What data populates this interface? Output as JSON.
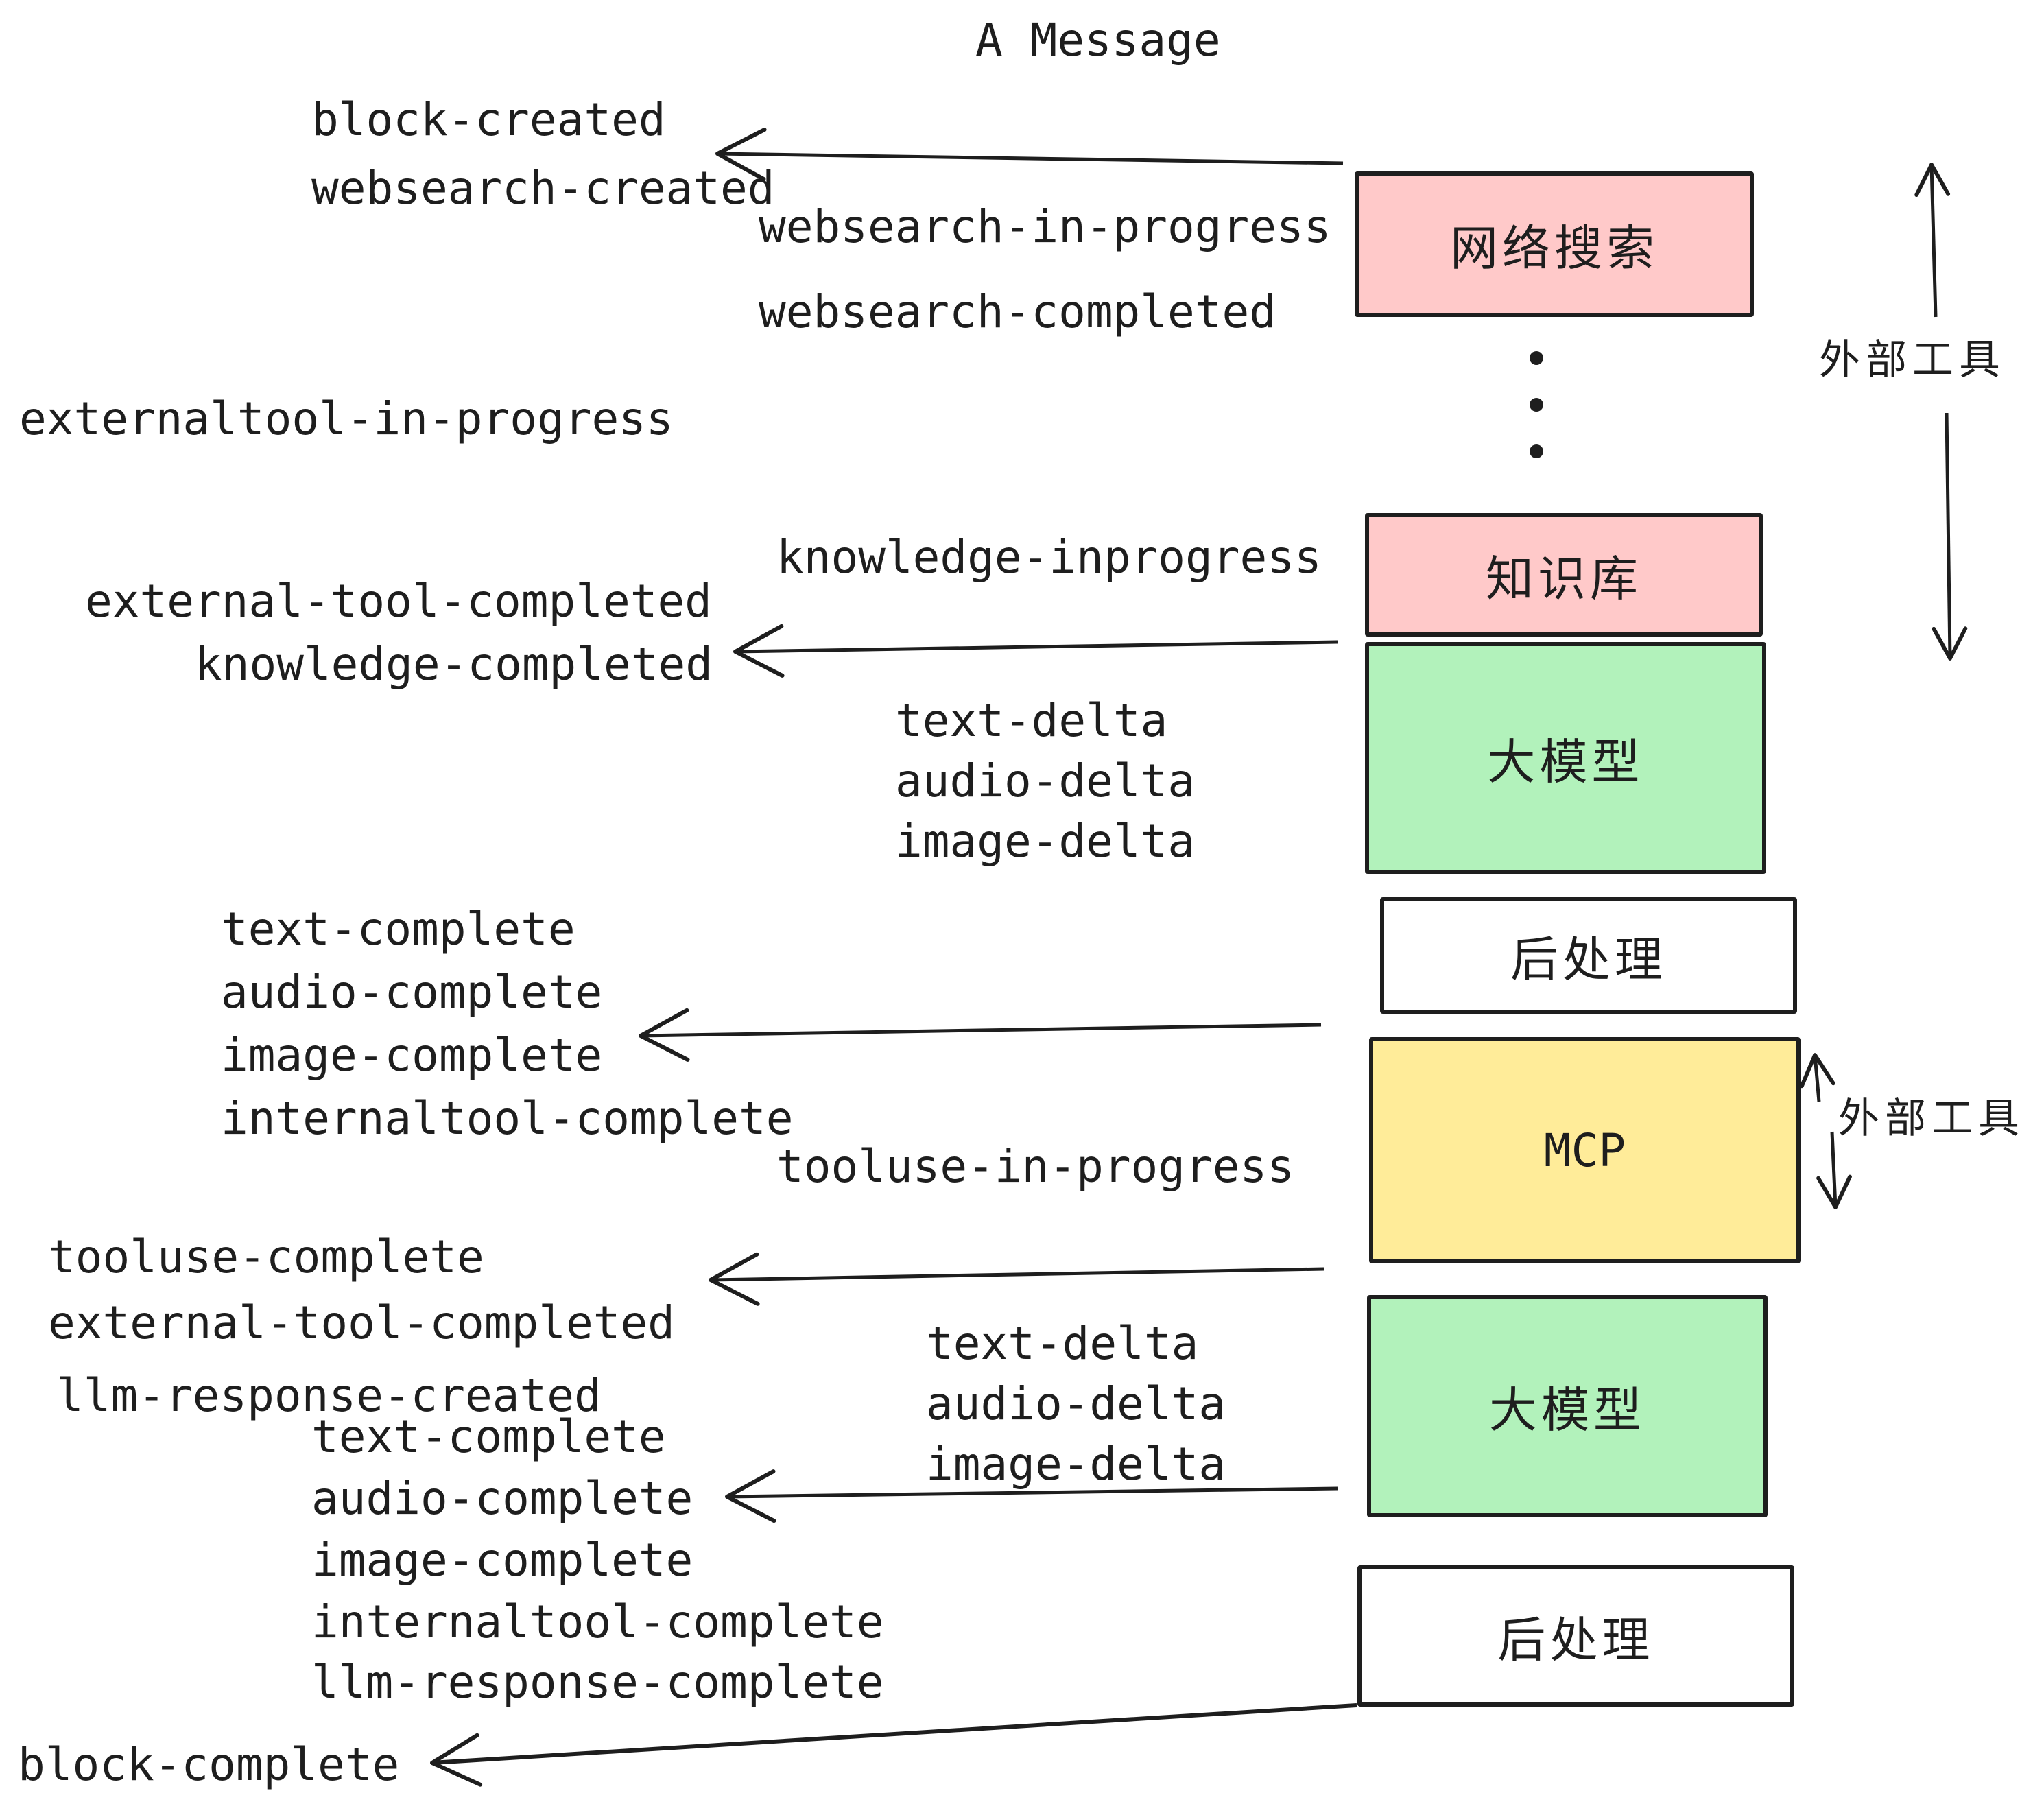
{
  "title": "A Message",
  "colors": {
    "ink": "#1E1E1E",
    "external_tool_box": "#FFC9C9",
    "llm_box": "#B2F2BB",
    "mcp_box": "#FFEC99",
    "postprocess_box": "#FFFFFF",
    "background": "#FFFFFF"
  },
  "events": [
    {
      "text": "block-created"
    },
    {
      "text": "websearch-created"
    },
    {
      "text": "websearch-in-progress"
    },
    {
      "text": "websearch-completed"
    },
    {
      "text": "externaltool-in-progress"
    },
    {
      "text": "knowledge-inprogress"
    },
    {
      "text": "external-tool-completed"
    },
    {
      "text": "knowledge-completed"
    },
    {
      "text": "text-delta"
    },
    {
      "text": "audio-delta"
    },
    {
      "text": "image-delta"
    },
    {
      "text": "text-complete"
    },
    {
      "text": "audio-complete"
    },
    {
      "text": "image-complete"
    },
    {
      "text": "internaltool-complete"
    },
    {
      "text": "tooluse-in-progress"
    },
    {
      "text": "tooluse-complete"
    },
    {
      "text": "external-tool-completed"
    },
    {
      "text": "llm-response-created"
    },
    {
      "text": "text-delta"
    },
    {
      "text": "audio-delta"
    },
    {
      "text": "image-delta"
    },
    {
      "text": "text-complete"
    },
    {
      "text": "audio-complete"
    },
    {
      "text": "image-complete"
    },
    {
      "text": "internaltool-complete"
    },
    {
      "text": "llm-response-complete"
    },
    {
      "text": "block-complete"
    }
  ],
  "boxes": [
    {
      "label": "网络搜索"
    },
    {
      "label": "知识库"
    },
    {
      "label": "大模型"
    },
    {
      "label": "后处理"
    },
    {
      "label": "MCP"
    },
    {
      "label": "大模型"
    },
    {
      "label": "后处理"
    }
  ],
  "side_annotations": {
    "top": "外部工具",
    "bottom": "外部工具"
  }
}
